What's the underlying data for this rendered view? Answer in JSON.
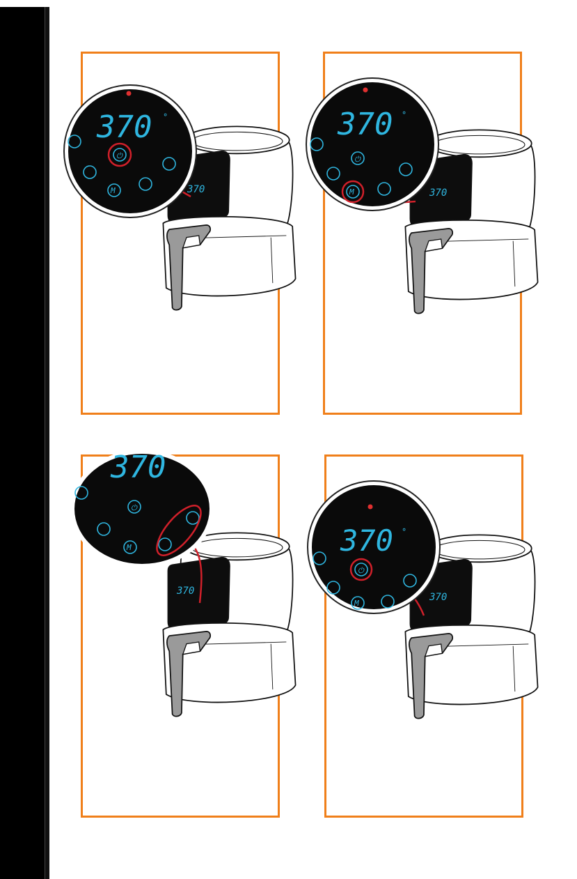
{
  "document": {
    "sidebar_color": "#000000",
    "panel_border_color": "#f07f1a",
    "highlight_color": "#d0202a",
    "lcd_color": "#2fb6e0"
  },
  "panels": [
    {
      "display": "370",
      "unit_mark": "°",
      "highlighted_control": "power-button",
      "buttons": [
        "▲",
        "⏻",
        "▲",
        "▼",
        "M",
        "▼"
      ]
    },
    {
      "display": "370",
      "unit_mark": "°",
      "highlighted_control": "menu-button",
      "buttons": [
        "▲",
        "⏻",
        "▲",
        "▼",
        "M",
        "▼"
      ]
    },
    {
      "display": "370",
      "unit_mark": "",
      "highlighted_control": "temperature-up-down-buttons",
      "buttons": [
        "▲",
        "⏻",
        "▲",
        "▼",
        "M",
        "▼"
      ]
    },
    {
      "display": "370",
      "unit_mark": "°",
      "highlighted_control": "power-button",
      "buttons": [
        "▲",
        "⏻",
        "▲",
        "▼",
        "M",
        "▼"
      ]
    }
  ]
}
